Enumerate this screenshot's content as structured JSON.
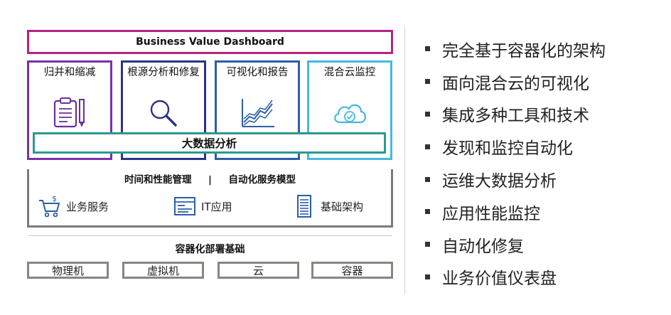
{
  "dashboard": {
    "title": "Business Value Dashboard"
  },
  "modules": [
    {
      "label": "归并和缩减",
      "icon": "clipboard-pen-icon"
    },
    {
      "label": "根源分析和修复",
      "icon": "magnifier-icon"
    },
    {
      "label": "可视化和报告",
      "icon": "line-chart-icon"
    },
    {
      "label": "混合云监控",
      "icon": "cloud-check-icon"
    }
  ],
  "big_data": {
    "label": "大数据分析"
  },
  "management": {
    "title_left": "时间和性能管理",
    "separator": "|",
    "title_right": "自动化服务模型",
    "services": [
      {
        "label": "业务服务",
        "icon": "shopping-cart-icon"
      },
      {
        "label": "IT应用",
        "icon": "application-window-icon"
      },
      {
        "label": "基础架构",
        "icon": "server-icon"
      }
    ]
  },
  "container": {
    "title": "容器化部署基础",
    "items": [
      "物理机",
      "虚拟机",
      "云",
      "容器"
    ]
  },
  "features": [
    "完全基于容器化的架构",
    "面向混合云的可视化",
    "集成多种工具和技术",
    "发现和监控自动化",
    "运维大数据分析",
    "应用性能监控",
    "自动化修复",
    "业务价值仪表盘"
  ],
  "colors": {
    "dashboard_border": "#b5247f",
    "module_1": "#7a2fa7",
    "module_2": "#2a3486",
    "module_3": "#2b5fa8",
    "module_4": "#45b8e2",
    "big_data_border": "#2b9a8c",
    "panel_border": "#7b7b7b"
  }
}
